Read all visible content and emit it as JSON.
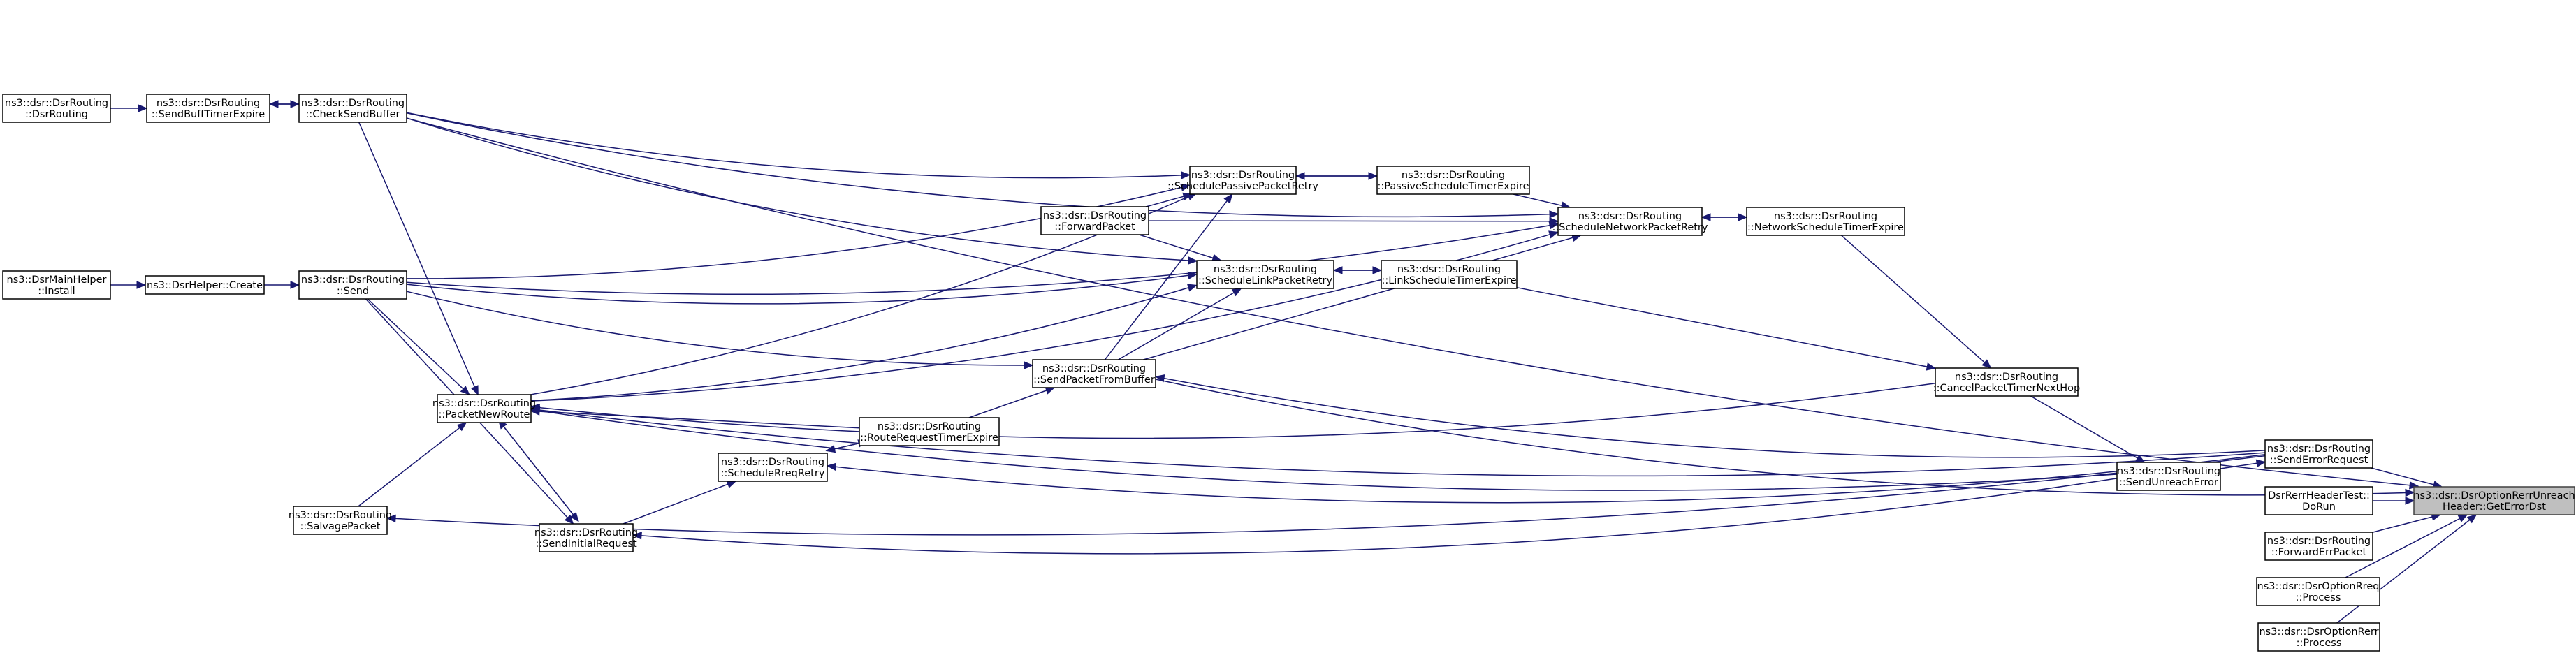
{
  "title": "Call graph: ns3::dsr::DsrOptionRerrUnreachHeader::GetErrorDst",
  "colors": {
    "edge": "#191970",
    "focus_fill": "#bfbfbf",
    "node_fill": "#ffffff",
    "node_border": "#000000"
  },
  "nodes": [
    {
      "id": "dsrrouting",
      "lines": [
        "ns3::dsr::DsrRouting",
        "::DsrRouting"
      ]
    },
    {
      "id": "sendbufftimer",
      "lines": [
        "ns3::dsr::DsrRouting",
        "::SendBuffTimerExpire"
      ]
    },
    {
      "id": "checksendbuffer",
      "lines": [
        "ns3::dsr::DsrRouting",
        "::CheckSendBuffer"
      ]
    },
    {
      "id": "mainhelper",
      "lines": [
        "ns3::DsrMainHelper",
        "::Install"
      ]
    },
    {
      "id": "helpercreate",
      "lines": [
        "ns3::DsrHelper::Create"
      ]
    },
    {
      "id": "send",
      "lines": [
        "ns3::dsr::DsrRouting",
        "::Send"
      ]
    },
    {
      "id": "packetnewroute",
      "lines": [
        "ns3::dsr::DsrRouting",
        "::PacketNewRoute"
      ]
    },
    {
      "id": "salvagepacket",
      "lines": [
        "ns3::dsr::DsrRouting",
        "::SalvagePacket"
      ]
    },
    {
      "id": "sendinitialrequest",
      "lines": [
        "ns3::dsr::DsrRouting",
        "::SendInitialRequest"
      ]
    },
    {
      "id": "schedulerreqretry",
      "lines": [
        "ns3::dsr::DsrRouting",
        "::ScheduleRreqRetry"
      ]
    },
    {
      "id": "routerequesttimer",
      "lines": [
        "ns3::dsr::DsrRouting",
        "::RouteRequestTimerExpire"
      ]
    },
    {
      "id": "forwardpacket",
      "lines": [
        "ns3::dsr::DsrRouting",
        "::ForwardPacket"
      ]
    },
    {
      "id": "schedulepassive",
      "lines": [
        "ns3::dsr::DsrRouting",
        "::SchedulePassivePacketRetry"
      ]
    },
    {
      "id": "passivetimer",
      "lines": [
        "ns3::dsr::DsrRouting",
        "::PassiveScheduleTimerExpire"
      ]
    },
    {
      "id": "schedulelink",
      "lines": [
        "ns3::dsr::DsrRouting",
        "::ScheduleLinkPacketRetry"
      ]
    },
    {
      "id": "linktimer",
      "lines": [
        "ns3::dsr::DsrRouting",
        "::LinkScheduleTimerExpire"
      ]
    },
    {
      "id": "sendpacketfrombuffer",
      "lines": [
        "ns3::dsr::DsrRouting",
        "::SendPacketFromBuffer"
      ]
    },
    {
      "id": "schedulenetwork",
      "lines": [
        "ns3::dsr::DsrRouting",
        "::ScheduleNetworkPacketRetry"
      ]
    },
    {
      "id": "networktimer",
      "lines": [
        "ns3::dsr::DsrRouting",
        "::NetworkScheduleTimerExpire"
      ]
    },
    {
      "id": "cancelpackettimer",
      "lines": [
        "ns3::dsr::DsrRouting",
        "::CancelPacketTimerNextHop"
      ]
    },
    {
      "id": "sendunreacherror",
      "lines": [
        "ns3::dsr::DsrRouting",
        "::SendUnreachError"
      ]
    },
    {
      "id": "senderrorrequest",
      "lines": [
        "ns3::dsr::DsrRouting",
        "::SendErrorRequest"
      ]
    },
    {
      "id": "rerrtest",
      "lines": [
        "DsrRerrHeaderTest::",
        "DoRun"
      ]
    },
    {
      "id": "forwarderrpacket",
      "lines": [
        "ns3::dsr::DsrRouting",
        "::ForwardErrPacket"
      ]
    },
    {
      "id": "rreqprocess",
      "lines": [
        "ns3::dsr::DsrOptionRreq",
        "::Process"
      ]
    },
    {
      "id": "rerrprocess",
      "lines": [
        "ns3::dsr::DsrOptionRerr",
        "::Process"
      ]
    },
    {
      "id": "geterrordst",
      "lines": [
        "ns3::dsr::DsrOptionRerrUnreach",
        "Header::GetErrorDst"
      ],
      "focus": true
    }
  ],
  "edges": [
    [
      "dsrrouting",
      "sendbufftimer"
    ],
    [
      "sendbufftimer",
      "checksendbuffer"
    ],
    [
      "checksendbuffer",
      "sendbufftimer"
    ],
    [
      "mainhelper",
      "helpercreate"
    ],
    [
      "helpercreate",
      "send"
    ],
    [
      "checksendbuffer",
      "geterrordst"
    ],
    [
      "checksendbuffer",
      "schedulenetwork"
    ],
    [
      "checksendbuffer",
      "schedulepassive"
    ],
    [
      "checksendbuffer",
      "schedulelink"
    ],
    [
      "checksendbuffer",
      "packetnewroute"
    ],
    [
      "send",
      "schedulepassive"
    ],
    [
      "send",
      "schedulelink"
    ],
    [
      "send",
      "schedulenetwork"
    ],
    [
      "send",
      "sendpacketfrombuffer"
    ],
    [
      "send",
      "packetnewroute"
    ],
    [
      "send",
      "sendinitialrequest"
    ],
    [
      "salvagepacket",
      "packetnewroute"
    ],
    [
      "packetnewroute",
      "sendinitialrequest"
    ],
    [
      "sendinitialrequest",
      "packetnewroute"
    ],
    [
      "sendinitialrequest",
      "schedulerreqretry"
    ],
    [
      "schedulerreqretry",
      "routerequesttimer"
    ],
    [
      "routerequesttimer",
      "schedulerreqretry"
    ],
    [
      "routerequesttimer",
      "packetnewroute"
    ],
    [
      "routerequesttimer",
      "sendpacketfrombuffer"
    ],
    [
      "packetnewroute",
      "schedulepassive"
    ],
    [
      "packetnewroute",
      "schedulelink"
    ],
    [
      "packetnewroute",
      "schedulenetwork"
    ],
    [
      "forwardpacket",
      "schedulepassive"
    ],
    [
      "forwardpacket",
      "schedulelink"
    ],
    [
      "forwardpacket",
      "schedulenetwork"
    ],
    [
      "schedulepassive",
      "passivetimer"
    ],
    [
      "passivetimer",
      "schedulepassive"
    ],
    [
      "passivetimer",
      "schedulenetwork"
    ],
    [
      "schedulelink",
      "linktimer"
    ],
    [
      "linktimer",
      "schedulelink"
    ],
    [
      "linktimer",
      "cancelpackettimer"
    ],
    [
      "sendpacketfrombuffer",
      "schedulepassive"
    ],
    [
      "sendpacketfrombuffer",
      "schedulelink"
    ],
    [
      "sendpacketfrombuffer",
      "schedulenetwork"
    ],
    [
      "sendpacketfrombuffer",
      "geterrordst"
    ],
    [
      "schedulenetwork",
      "networktimer"
    ],
    [
      "networktimer",
      "schedulenetwork"
    ],
    [
      "networktimer",
      "cancelpackettimer"
    ],
    [
      "cancelpackettimer",
      "packetnewroute"
    ],
    [
      "cancelpackettimer",
      "sendunreacherror"
    ],
    [
      "sendunreacherror",
      "senderrorrequest"
    ],
    [
      "sendunreacherror",
      "packetnewroute"
    ],
    [
      "sendunreacherror",
      "sendinitialrequest"
    ],
    [
      "senderrorrequest",
      "sendpacketfrombuffer"
    ],
    [
      "senderrorrequest",
      "salvagepacket"
    ],
    [
      "senderrorrequest",
      "schedulerreqretry"
    ],
    [
      "senderrorrequest",
      "packetnewroute"
    ],
    [
      "senderrorrequest",
      "geterrordst"
    ],
    [
      "rerrtest",
      "geterrordst"
    ],
    [
      "forwarderrpacket",
      "geterrordst"
    ],
    [
      "rreqprocess",
      "geterrordst"
    ],
    [
      "rerrprocess",
      "geterrordst"
    ]
  ]
}
